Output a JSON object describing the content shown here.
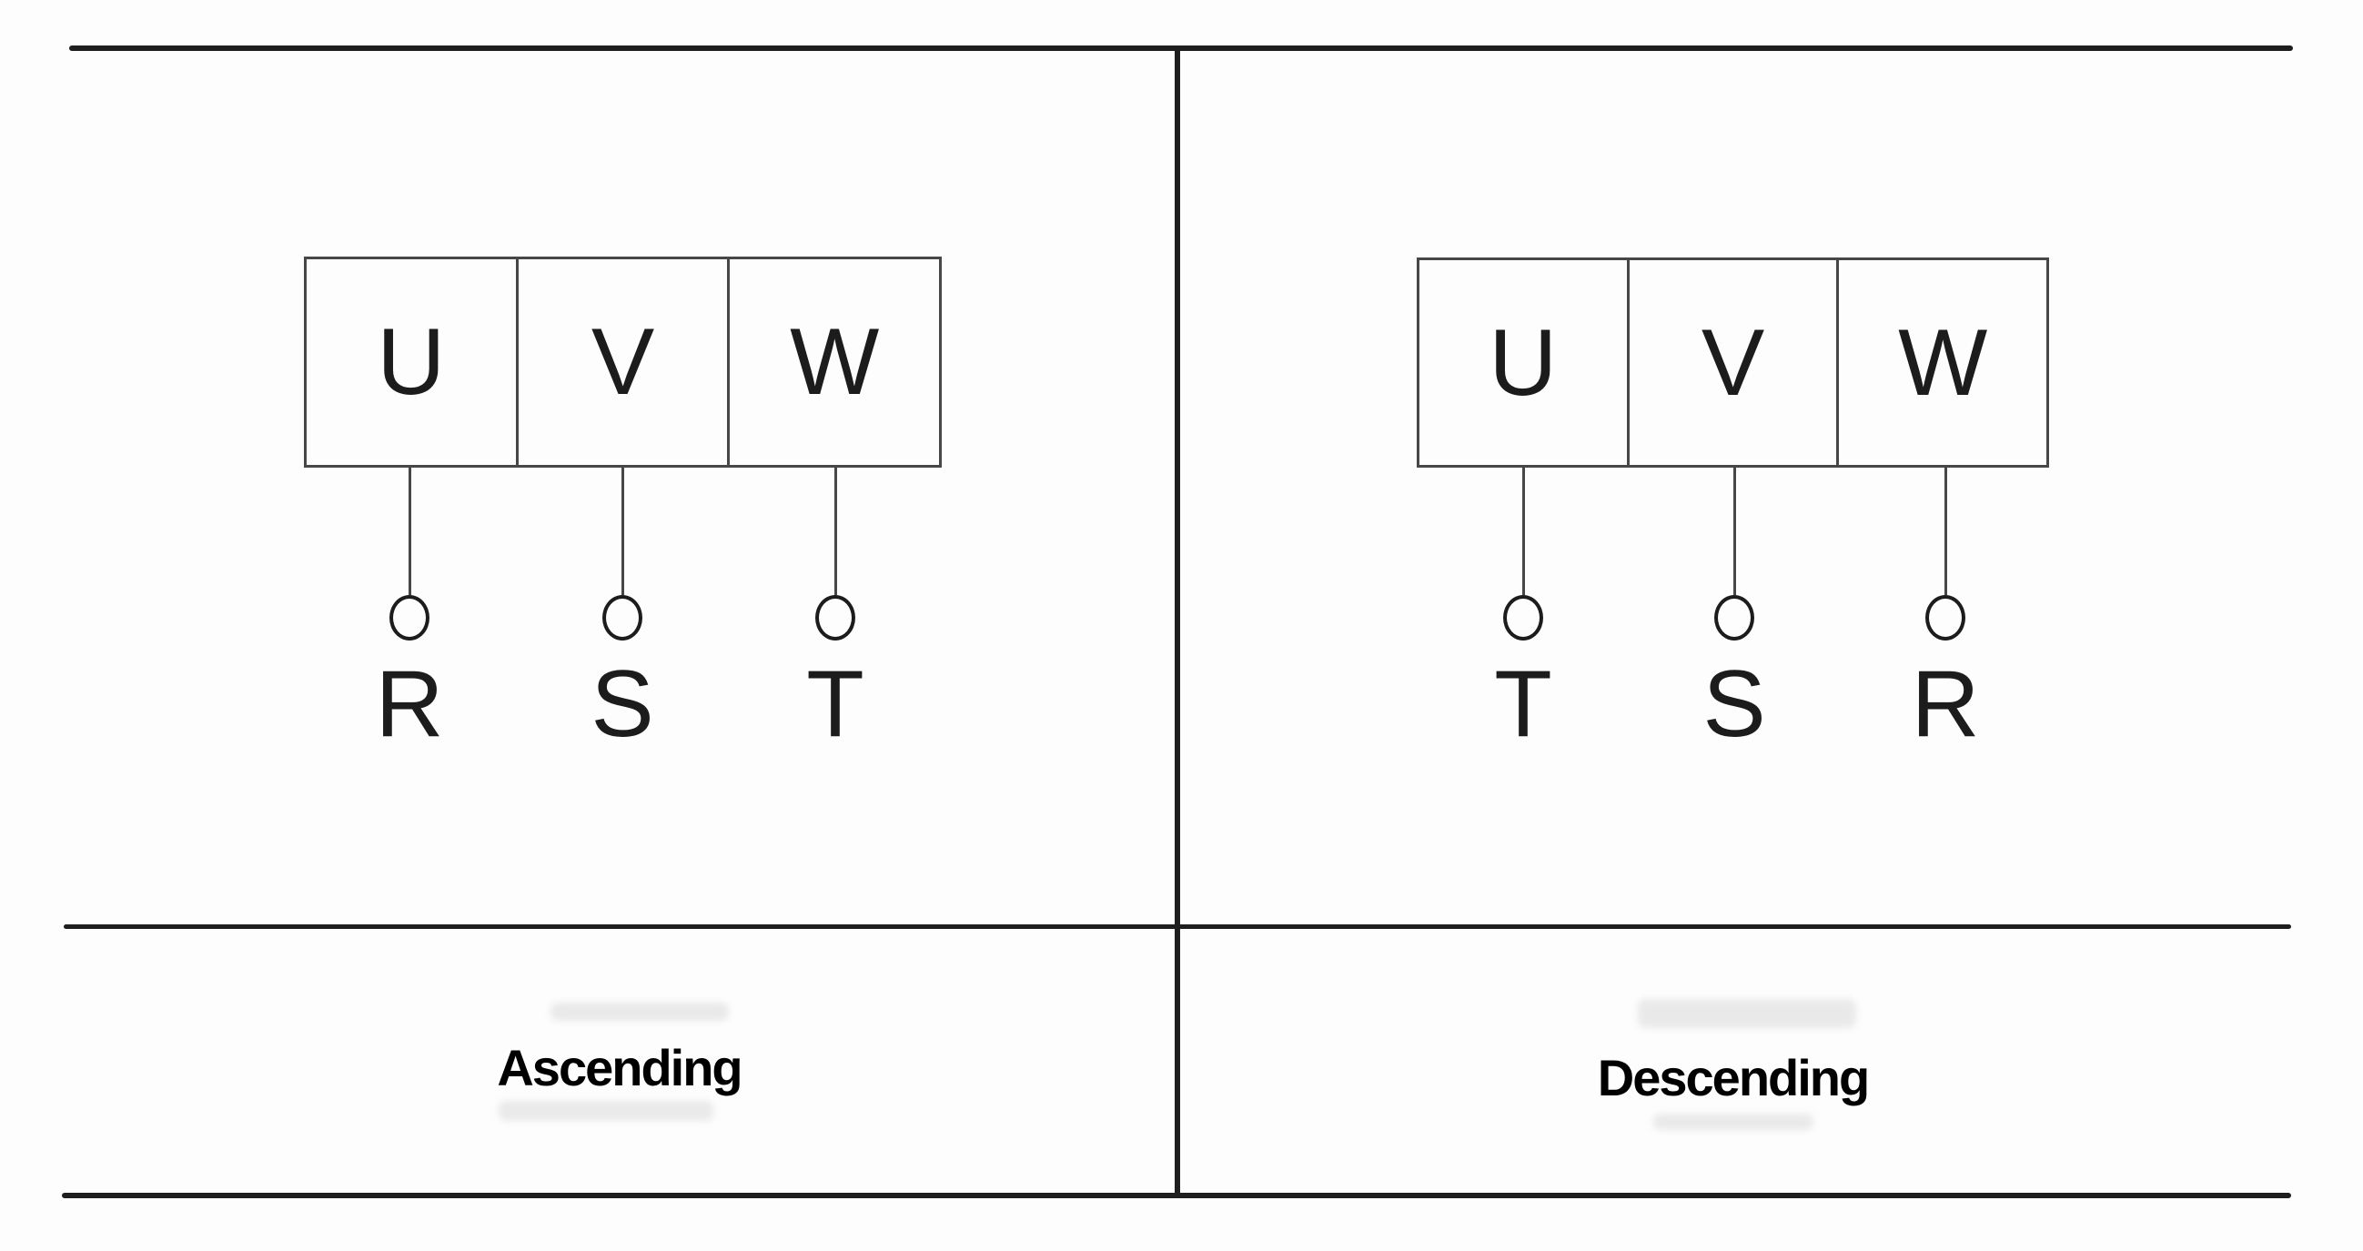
{
  "panels": [
    {
      "label": "Ascending",
      "terminals": [
        "U",
        "V",
        "W"
      ],
      "phases": [
        "R",
        "S",
        "T"
      ]
    },
    {
      "label": "Descending",
      "terminals": [
        "U",
        "V",
        "W"
      ],
      "phases": [
        "T",
        "S",
        "R"
      ]
    }
  ],
  "colors": {
    "background": "#fdfdfd",
    "line": "#1e1e1e",
    "box-border": "#474747",
    "text": "#1c1c1c",
    "label": "#000000",
    "ghost": "#e6e6e6"
  }
}
